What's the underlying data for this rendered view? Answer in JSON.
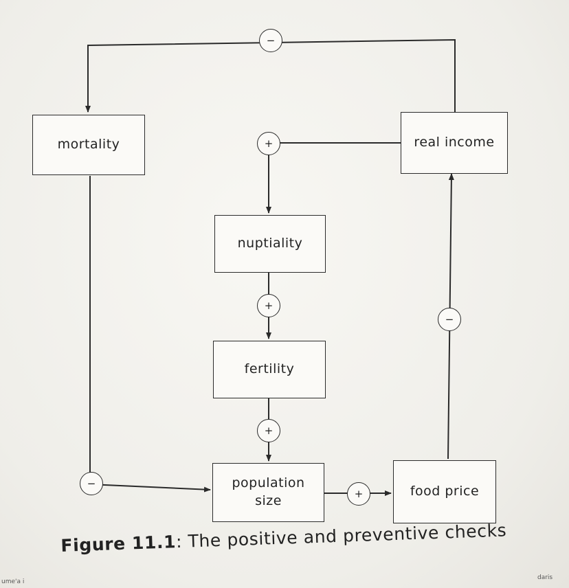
{
  "nodes": {
    "mortality": "mortality",
    "real_income": "real income",
    "nuptiality": "nuptiality",
    "fertility": "fertility",
    "population_size": "population size",
    "food_price": "food price"
  },
  "signs": {
    "top_loop": "−",
    "income_to_nuptiality": "+",
    "nuptiality_to_fertility": "+",
    "fertility_to_population": "+",
    "mortality_to_population": "−",
    "population_to_food": "+",
    "food_to_income": "−"
  },
  "caption": {
    "label": "Figure 11.1",
    "text": ": The positive and preventive checks"
  },
  "margin_text": {
    "bottom_left": "ume'a i",
    "bottom_right": "daris"
  }
}
